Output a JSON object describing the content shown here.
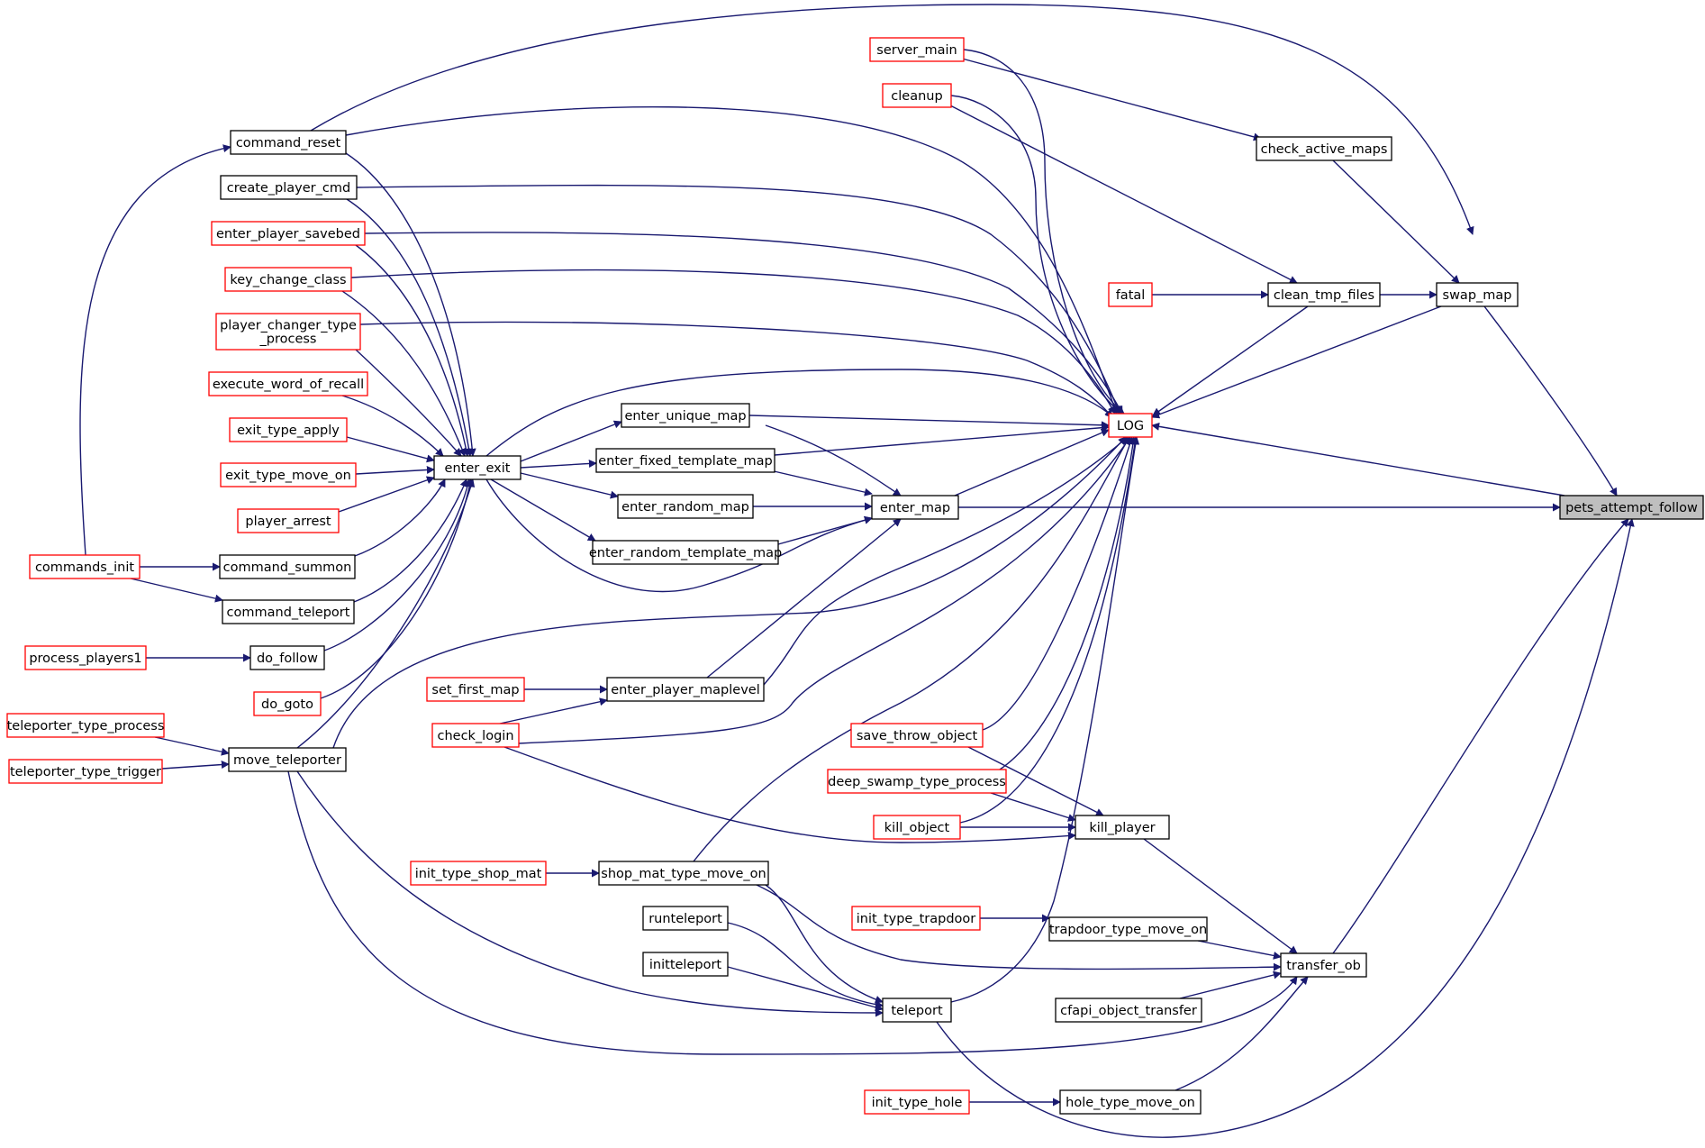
{
  "diagram": {
    "colors": {
      "edge": "#191970",
      "border_normal": "#000000",
      "border_truncated": "#ff0000",
      "focus_fill": "#bfbfbf",
      "fill": "#ffffff"
    },
    "nodes": [
      {
        "id": "pets_attempt_follow",
        "lines": [
          "pets_attempt_follow"
        ],
        "style": "focus"
      },
      {
        "id": "LOG",
        "lines": [
          "LOG"
        ],
        "style": "red"
      },
      {
        "id": "enter_map",
        "lines": [
          "enter_map"
        ],
        "style": "black"
      },
      {
        "id": "swap_map",
        "lines": [
          "swap_map"
        ],
        "style": "black"
      },
      {
        "id": "transfer_ob",
        "lines": [
          "transfer_ob"
        ],
        "style": "black"
      },
      {
        "id": "check_active_maps",
        "lines": [
          "check_active_maps"
        ],
        "style": "black"
      },
      {
        "id": "clean_tmp_files",
        "lines": [
          "clean_tmp_files"
        ],
        "style": "black"
      },
      {
        "id": "fatal",
        "lines": [
          "fatal"
        ],
        "style": "red"
      },
      {
        "id": "server_main",
        "lines": [
          "server_main"
        ],
        "style": "red"
      },
      {
        "id": "cleanup",
        "lines": [
          "cleanup"
        ],
        "style": "red"
      },
      {
        "id": "command_reset",
        "lines": [
          "command_reset"
        ],
        "style": "black"
      },
      {
        "id": "create_player_cmd",
        "lines": [
          "create_player_cmd"
        ],
        "style": "black"
      },
      {
        "id": "enter_player_savebed",
        "lines": [
          "enter_player_savebed"
        ],
        "style": "red"
      },
      {
        "id": "key_change_class",
        "lines": [
          "key_change_class"
        ],
        "style": "red"
      },
      {
        "id": "player_changer_type_process",
        "lines": [
          "player_changer_type",
          "_process"
        ],
        "style": "red"
      },
      {
        "id": "execute_word_of_recall",
        "lines": [
          "execute_word_of_recall"
        ],
        "style": "red"
      },
      {
        "id": "exit_type_apply",
        "lines": [
          "exit_type_apply"
        ],
        "style": "red"
      },
      {
        "id": "exit_type_move_on",
        "lines": [
          "exit_type_move_on"
        ],
        "style": "red"
      },
      {
        "id": "player_arrest",
        "lines": [
          "player_arrest"
        ],
        "style": "red"
      },
      {
        "id": "commands_init",
        "lines": [
          "commands_init"
        ],
        "style": "red"
      },
      {
        "id": "command_summon",
        "lines": [
          "command_summon"
        ],
        "style": "black"
      },
      {
        "id": "command_teleport",
        "lines": [
          "command_teleport"
        ],
        "style": "black"
      },
      {
        "id": "process_players1",
        "lines": [
          "process_players1"
        ],
        "style": "red"
      },
      {
        "id": "do_follow",
        "lines": [
          "do_follow"
        ],
        "style": "black"
      },
      {
        "id": "do_goto",
        "lines": [
          "do_goto"
        ],
        "style": "red"
      },
      {
        "id": "teleporter_type_process",
        "lines": [
          "teleporter_type_process"
        ],
        "style": "red"
      },
      {
        "id": "teleporter_type_trigger",
        "lines": [
          "teleporter_type_trigger"
        ],
        "style": "red"
      },
      {
        "id": "move_teleporter",
        "lines": [
          "move_teleporter"
        ],
        "style": "black"
      },
      {
        "id": "enter_exit",
        "lines": [
          "enter_exit"
        ],
        "style": "black"
      },
      {
        "id": "enter_unique_map",
        "lines": [
          "enter_unique_map"
        ],
        "style": "black"
      },
      {
        "id": "enter_fixed_template_map",
        "lines": [
          "enter_fixed_template_map"
        ],
        "style": "black"
      },
      {
        "id": "enter_random_map",
        "lines": [
          "enter_random_map"
        ],
        "style": "black"
      },
      {
        "id": "enter_random_template_map",
        "lines": [
          "enter_random_template_map"
        ],
        "style": "black"
      },
      {
        "id": "set_first_map",
        "lines": [
          "set_first_map"
        ],
        "style": "red"
      },
      {
        "id": "enter_player_maplevel",
        "lines": [
          "enter_player_maplevel"
        ],
        "style": "black"
      },
      {
        "id": "check_login",
        "lines": [
          "check_login"
        ],
        "style": "red"
      },
      {
        "id": "save_throw_object",
        "lines": [
          "save_throw_object"
        ],
        "style": "red"
      },
      {
        "id": "deep_swamp_type_process",
        "lines": [
          "deep_swamp_type_process"
        ],
        "style": "red"
      },
      {
        "id": "kill_object",
        "lines": [
          "kill_object"
        ],
        "style": "red"
      },
      {
        "id": "kill_player",
        "lines": [
          "kill_player"
        ],
        "style": "black"
      },
      {
        "id": "init_type_shop_mat",
        "lines": [
          "init_type_shop_mat"
        ],
        "style": "red"
      },
      {
        "id": "shop_mat_type_move_on",
        "lines": [
          "shop_mat_type_move_on"
        ],
        "style": "black"
      },
      {
        "id": "runteleport",
        "lines": [
          "runteleport"
        ],
        "style": "black"
      },
      {
        "id": "initteleport",
        "lines": [
          "initteleport"
        ],
        "style": "black"
      },
      {
        "id": "teleport",
        "lines": [
          "teleport"
        ],
        "style": "black"
      },
      {
        "id": "init_type_trapdoor",
        "lines": [
          "init_type_trapdoor"
        ],
        "style": "red"
      },
      {
        "id": "trapdoor_type_move_on",
        "lines": [
          "trapdoor_type_move_on"
        ],
        "style": "black"
      },
      {
        "id": "cfapi_object_transfer",
        "lines": [
          "cfapi_object_transfer"
        ],
        "style": "black"
      },
      {
        "id": "init_type_hole",
        "lines": [
          "init_type_hole"
        ],
        "style": "red"
      },
      {
        "id": "hole_type_move_on",
        "lines": [
          "hole_type_move_on"
        ],
        "style": "black"
      }
    ]
  }
}
